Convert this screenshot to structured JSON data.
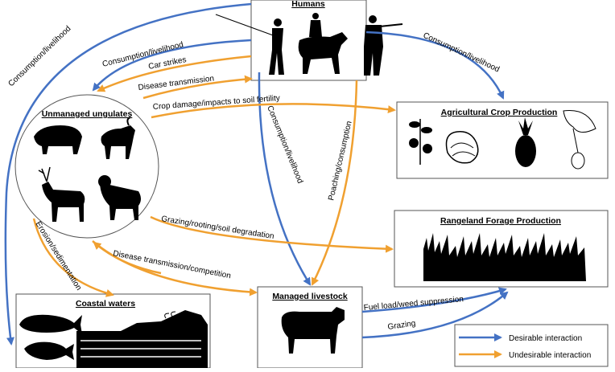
{
  "nodes": {
    "humans": "Humans",
    "ungulates": "Unmanaged ungulates",
    "crops": "Agricultural Crop Production",
    "rangeland": "Rangeland Forage Production",
    "livestock": "Managed livestock",
    "coastal": "Coastal waters"
  },
  "edges": {
    "consumption_left_outer": "Consumption/livelihood",
    "consumption_left_inner": "Consumption/livelihood",
    "car_strikes": "Car strikes",
    "disease_transmission": "Disease transmission",
    "crop_damage": "Crop damage/impacts to soil fertility",
    "consumption_right": "Consumption/livelihood",
    "consumption_down": "Consumption/livelihood",
    "poaching": "Poaching/consumption",
    "grazing_rooting": "Grazing/rooting/soil degradation",
    "erosion": "Erosion/sedimentation",
    "disease_competition": "Disease transmission/competition",
    "fuel_load": "Fuel load/weed suppression",
    "grazing": "Grazing"
  },
  "legend": {
    "desirable": "Desirable interaction",
    "undesirable": "Undesirable interaction"
  },
  "colors": {
    "desirable": "#4472c4",
    "undesirable": "#f0a030"
  }
}
